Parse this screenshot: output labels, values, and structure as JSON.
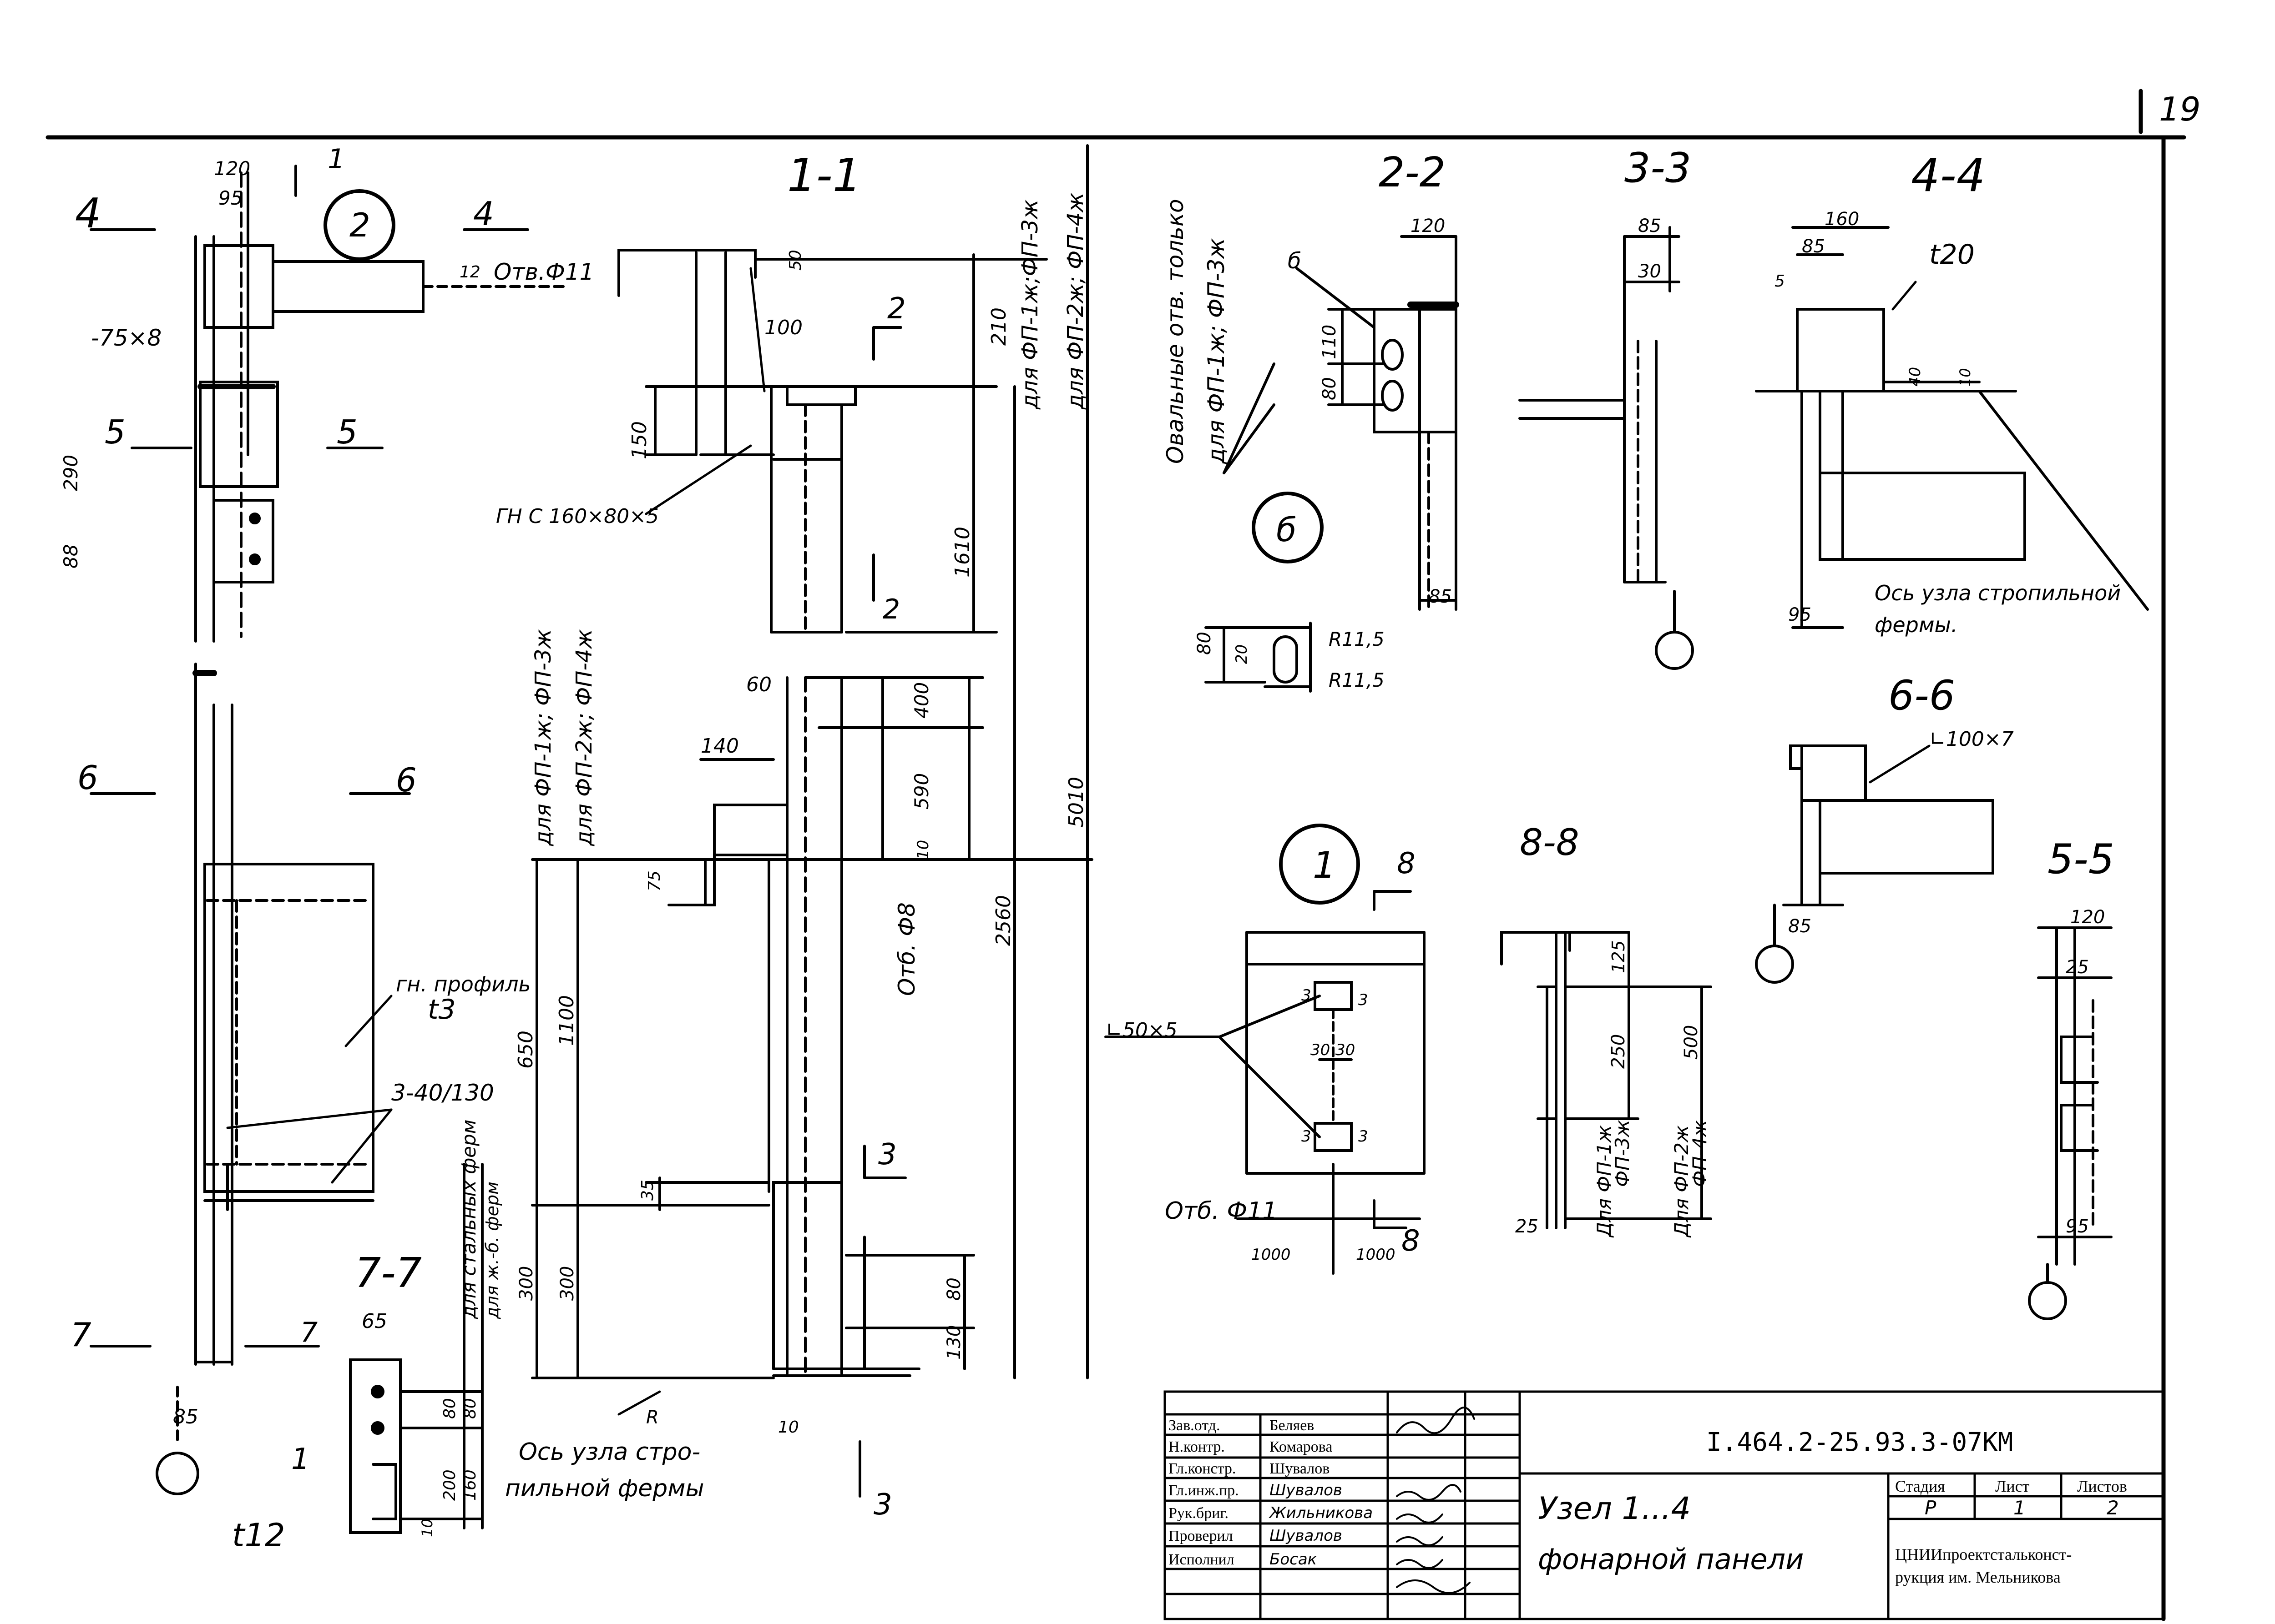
{
  "page_number": "19",
  "sections": {
    "s11": "1-1",
    "s22": "2-2",
    "s33": "3-3",
    "s44": "4-4",
    "s55": "5-5",
    "s66": "6-6",
    "s77": "7-7",
    "s88": "8-8"
  },
  "node_labels": {
    "n1": "1",
    "n2": "2",
    "n6": "б"
  },
  "cut_marks": {
    "c4": "4",
    "c5": "5",
    "c6": "6",
    "c7": "7",
    "c1": "1",
    "c2": "2",
    "c3": "3",
    "c8": "8"
  },
  "callouts": {
    "hole_11": "Отв.Ф11",
    "plate_75x8": "-75×8",
    "gn_160": "ГН С 160×80×5",
    "gn_profile": "гн. профиль",
    "t3": "t3",
    "welds": "3-40/130",
    "oval_holes": "Овальные отв. только",
    "oval_for": "для   ФП-1ж; ФП-3ж",
    "R115a": "R11,5",
    "R115b": "R11,5",
    "t20": "t20",
    "truss_axis_44": "Ось узла стропильной",
    "truss_axis_44b": "фермы.",
    "angle_100": "∟100×7",
    "angle_50": "∟50×5",
    "hole_11b": "Отб. Ф11",
    "hole_8": "Отб. Ф8",
    "truss_axis_bottom": "Ось узла стро-",
    "truss_axis_bottom2": "пильной фермы",
    "t12": "t12",
    "R": "R",
    "for_steel": "для стальных ферм",
    "for_rc": "для ж.-б. ферм",
    "for_fp13": "для  ФП-1ж; ФП-3ж",
    "for_fp24": "для  ФП-2ж; ФП-4ж",
    "top_fp13": "для ФП-1ж;ФП-3ж",
    "top_fp24": "для ФП-2ж; ФП-4ж",
    "fp88a": "Для ФП-1ж",
    "fp88a2": "ФП-3ж",
    "fp88b": "Для ФП-2ж",
    "fp88b2": "ФП-4ж"
  },
  "dims": {
    "d120": "120",
    "d95": "95",
    "d290": "290",
    "d88": "88",
    "d85a": "85",
    "d50": "50",
    "d12": "12",
    "d210": "210",
    "d100": "100",
    "d150": "150",
    "d1610": "1610",
    "d2560": "2560",
    "d5010": "5010",
    "d60": "60",
    "d400": "400",
    "d140": "140",
    "d590": "590",
    "d10a": "10",
    "d75": "75",
    "d650": "650",
    "d1100": "1100",
    "d35": "35",
    "d300a": "300",
    "d300b": "300",
    "d80a": "80",
    "d130": "130",
    "d10b": "10",
    "d65": "65",
    "d80b": "80",
    "d80c": "80",
    "d200": "200",
    "d160": "160",
    "d10c": "10",
    "d120b": "120",
    "d110": "110",
    "d80d": "80",
    "d85b": "85",
    "d80e": "80",
    "d20": "20",
    "d85c": "85",
    "d30a": "30",
    "d160b": "160",
    "d85d": "85",
    "d5": "5",
    "d40": "40",
    "d10d": "10",
    "d95b": "95",
    "d85e": "85",
    "d3a": "3",
    "d3b": "3",
    "d3c": "3",
    "d3d": "3",
    "d30b": "30",
    "d30c": "30",
    "d1000a": "1000",
    "d1000b": "1000",
    "d125": "125",
    "d250": "250",
    "d500": "500",
    "d25": "25",
    "d120c": "120",
    "d25b": "25",
    "d95c": "95"
  },
  "title_block": {
    "code": "I.464.2-25.93.3-07КМ",
    "title_line1": "Узел   1...4",
    "title_line2": "фонарной  панели",
    "stage_label": "Стадия",
    "sheet_label": "Лист",
    "sheets_label": "Листов",
    "stage": "Р",
    "sheet": "1",
    "sheets": "2",
    "org_line1": "ЦНИИпроектстальконст-",
    "org_line2": "рукция им. Мельникова",
    "rows": [
      {
        "role": "Зав.отд.",
        "name": "Беляев"
      },
      {
        "role": "Н.контр.",
        "name": "Комарова"
      },
      {
        "role": "Гл.констр.",
        "name": "Шувалов"
      },
      {
        "role": "Гл.инж.пр.",
        "name": "Шувалов"
      },
      {
        "role": "Рук.бриг.",
        "name": "Жильникова"
      },
      {
        "role": "Проверил",
        "name": "Шувалов"
      },
      {
        "role": "Исполнил",
        "name": "Босак"
      }
    ]
  }
}
